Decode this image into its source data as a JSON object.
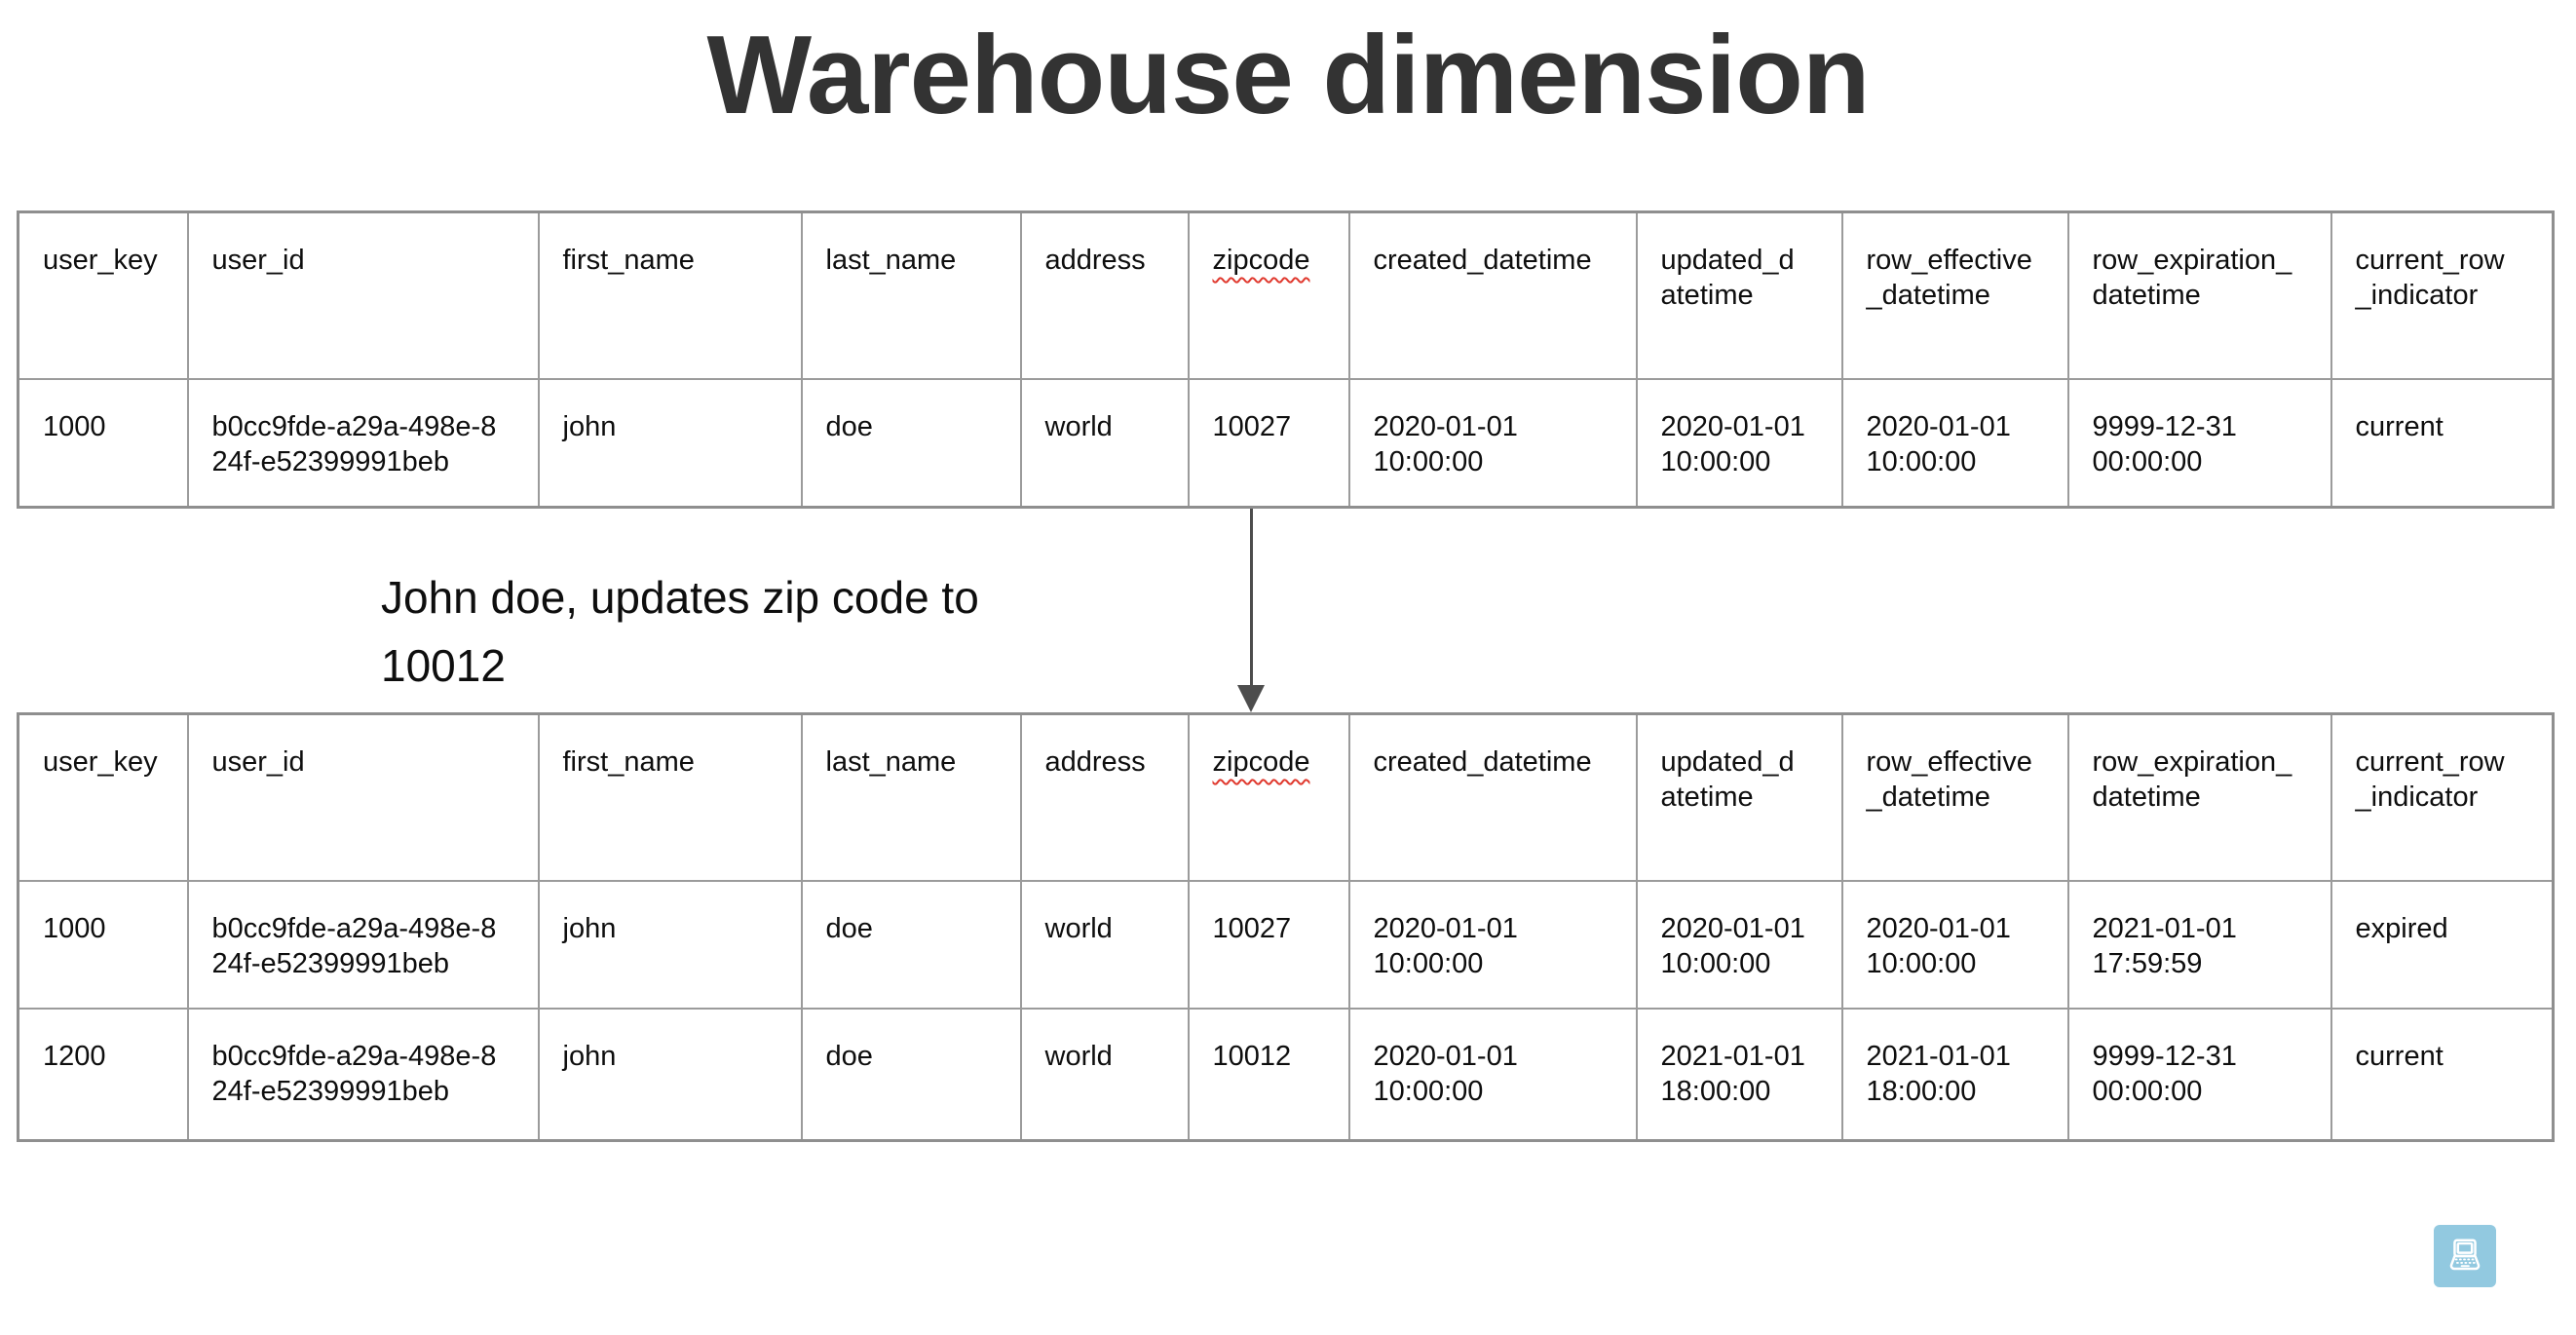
{
  "title": "Warehouse dimension",
  "columns": [
    "user_key",
    "user_id",
    "first_name",
    "last_name",
    "address",
    "zipcode",
    "created_datetime",
    "updated_d\natetime",
    "row_effective\n_datetime",
    "row_expiration_\ndatetime",
    "current_row\n_indicator"
  ],
  "misspelled_column_index": 5,
  "tables": {
    "before": {
      "rows": [
        [
          "1000",
          "b0cc9fde-a29a-498e-8\n24f-e52399991beb",
          "john",
          "doe",
          "world",
          "10027",
          "2020-01-01\n10:00:00",
          "2020-01-01\n10:00:00",
          "2020-01-01\n10:00:00",
          "9999-12-31\n00:00:00",
          "current"
        ]
      ]
    },
    "after": {
      "rows": [
        [
          "1000",
          "b0cc9fde-a29a-498e-8\n24f-e52399991beb",
          "john",
          "doe",
          "world",
          "10027",
          "2020-01-01\n10:00:00",
          "2020-01-01\n10:00:00",
          "2020-01-01\n10:00:00",
          "2021-01-01\n17:59:59",
          "expired"
        ],
        [
          "1200",
          "b0cc9fde-a29a-498e-8\n24f-e52399991beb",
          "john",
          "doe",
          "world",
          "10012",
          "2020-01-01\n10:00:00",
          "2021-01-01\n18:00:00",
          "2021-01-01\n18:00:00",
          "9999-12-31\n00:00:00",
          "current"
        ]
      ]
    }
  },
  "annotation": {
    "text": "John doe, updates zip code to\n10012"
  },
  "icon": {
    "name": "laptop-icon"
  },
  "colors": {
    "title": "#333333",
    "text": "#0e0e0e",
    "table_border": "#9b9b9b",
    "squiggle_red": "#e0392e",
    "arrow": "#4d4d4d",
    "icon_background": "#92c9e0",
    "icon_glyph": "#ffffff"
  }
}
